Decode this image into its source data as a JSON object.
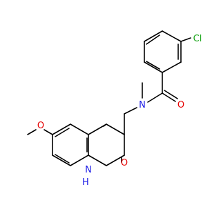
{
  "structure": {
    "atoms": [
      {
        "id": "cl",
        "text": "Cl",
        "color": "#1aa61a"
      },
      {
        "id": "o_amide",
        "text": "O",
        "color": "#e60000"
      },
      {
        "id": "n_amide",
        "text": "N",
        "color": "#1a1ae6"
      },
      {
        "id": "o_methoxy",
        "text": "O",
        "color": "#e60000"
      },
      {
        "id": "o_ketone",
        "text": "O",
        "color": "#e60000"
      },
      {
        "id": "nh",
        "text": "H  ",
        "color": "#1a1ae6"
      },
      {
        "id": "nh_n",
        "text": "N",
        "color": "#1a1ae6"
      }
    ]
  }
}
